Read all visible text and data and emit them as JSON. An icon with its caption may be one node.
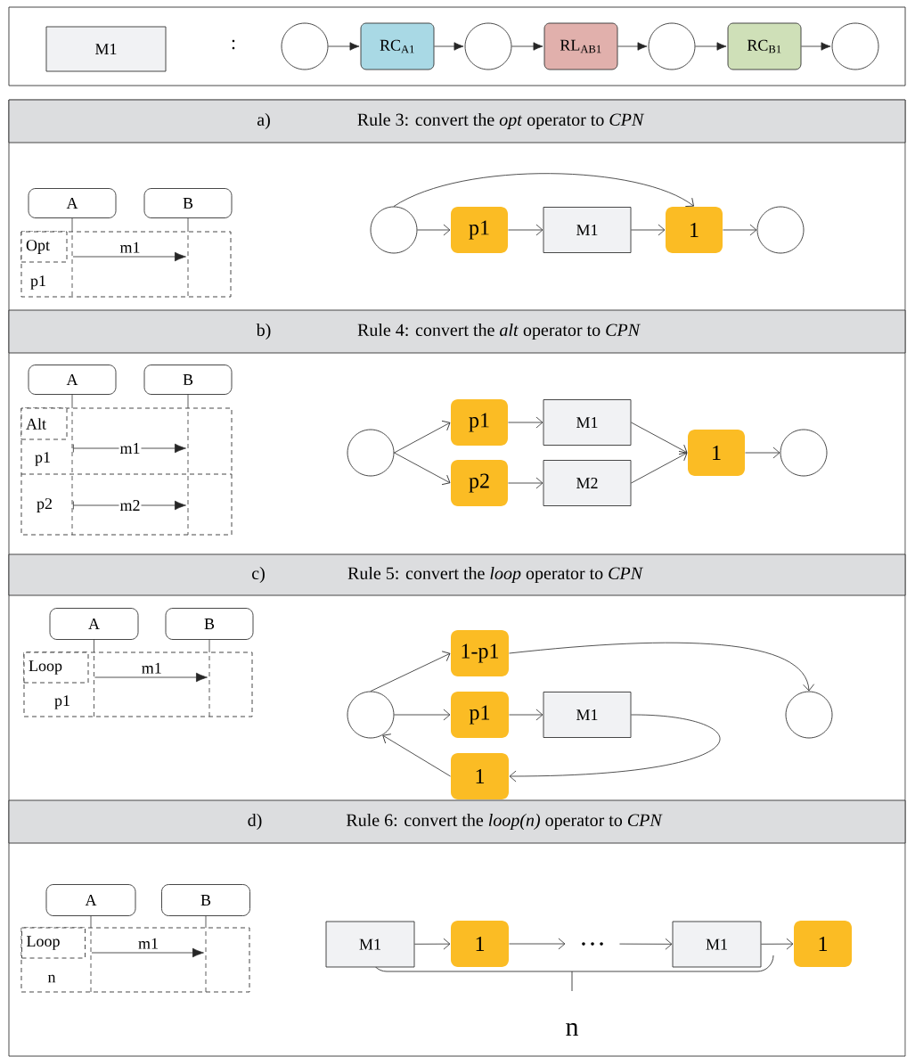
{
  "diagram": {
    "nodes": [
      {
        "text": [
          "M1"
        ]
      },
      {
        "text": [],
        "shape": "circle"
      },
      {
        "text": [
          "RC$_{A1}$"
        ]
      },
      {
        "text": [],
        "shape": "circle"
      },
      {
        "text": [
          "RL$_{AB1}$"
        ]
      },
      {
        "text": [],
        "shape": "circle"
      },
      {
        "text": [
          "RC$_{B1}$"
        ]
      },
      {
        "text": [],
        "shape": "circle"
      },
      {
        "text": [
          "a)",
          "Rule 3: convert the *opt* operator to *CPN*"
        ]
      },
      {
        "text": [
          "A"
        ]
      },
      {
        "text": [
          "B"
        ]
      },
      {
        "text": [
          "Opt"
        ]
      },
      {
        "text": [],
        "shape": "circle"
      },
      {
        "text": [
          "p1"
        ]
      },
      {
        "text": [
          "M1"
        ]
      },
      {
        "text": [
          "1"
        ]
      },
      {
        "text": [],
        "shape": "circle"
      },
      {
        "text": [
          "b)",
          "Rule 4: convert the *alt* operator to *CPN*"
        ]
      },
      {
        "text": [
          "A"
        ]
      },
      {
        "text": [
          "B"
        ]
      },
      {
        "text": [
          "Alt"
        ]
      },
      {
        "text": [],
        "shape": "circle"
      },
      {
        "text": [
          "p1"
        ]
      },
      {
        "text": [
          "M1"
        ]
      },
      {
        "text": [
          "p2"
        ]
      },
      {
        "text": [
          "M2"
        ]
      },
      {
        "text": [
          "1"
        ]
      },
      {
        "text": [],
        "shape": "circle"
      },
      {
        "text": [
          "c)",
          "Rule 5: convert the *loop* operator to *CPN*"
        ]
      },
      {
        "text": [
          "A"
        ]
      },
      {
        "text": [
          "B"
        ]
      },
      {
        "text": [
          "Loop"
        ]
      },
      {
        "text": [
          "1-p1"
        ]
      },
      {
        "text": [],
        "shape": "circle"
      },
      {
        "text": [
          "p1"
        ]
      },
      {
        "text": [
          "M1"
        ]
      },
      {
        "text": [],
        "shape": "circle"
      },
      {
        "text": [
          "1"
        ]
      },
      {
        "text": [
          "d)",
          "Rule 6: convert the *loop(n)* operator to *CPN*"
        ]
      },
      {
        "text": [
          "A"
        ]
      },
      {
        "text": [
          "B"
        ]
      },
      {
        "text": [
          "Loop"
        ]
      },
      {
        "text": [
          "M1"
        ]
      },
      {
        "text": [
          "1"
        ]
      },
      {
        "text": [
          "…"
        ]
      },
      {
        "text": [
          "M1"
        ]
      },
      {
        "text": [
          "1"
        ]
      },
      {
        "text": [],
        "shape": "line"
      },
      {
        "text": [],
        "shape": "line"
      },
      {
        "text": [],
        "shape": "line"
      },
      {
        "text": [],
        "shape": "line"
      },
      {
        "text": [],
        "shape": "line"
      },
      {
        "text": [],
        "shape": "line"
      },
      {
        "text": [],
        "shape": "line"
      },
      {
        "text": [],
        "shape": "line"
      }
    ],
    "edges": [
      {
        "from": 1,
        "to": 2,
        "arrow": "to"
      },
      {
        "from": 2,
        "to": 3,
        "arrow": "to"
      },
      {
        "from": 3,
        "to": 4,
        "arrow": "to"
      },
      {
        "from": 4,
        "to": 5,
        "arrow": "to"
      },
      {
        "from": 5,
        "to": 6,
        "arrow": "to"
      },
      {
        "from": 6,
        "to": 7,
        "arrow": "to"
      },
      {
        "from": 12,
        "to": 13,
        "arrow": "to"
      },
      {
        "from": 13,
        "to": 14,
        "arrow": "to"
      },
      {
        "from": 14,
        "to": 15,
        "arrow": "to"
      },
      {
        "from": 15,
        "to": 16,
        "arrow": "to"
      },
      {
        "from": 12,
        "to": 15,
        "arrow": "to"
      },
      {
        "from": 21,
        "to": 22,
        "arrow": "to"
      },
      {
        "from": 21,
        "to": 24,
        "arrow": "to"
      },
      {
        "from": 22,
        "to": 23,
        "arrow": "to"
      },
      {
        "from": 24,
        "to": 25,
        "arrow": "to"
      },
      {
        "from": 23,
        "to": 26,
        "arrow": "to"
      },
      {
        "from": 25,
        "to": 26,
        "arrow": "to"
      },
      {
        "from": 26,
        "to": 27,
        "arrow": "to"
      },
      {
        "from": 33,
        "to": 32,
        "arrow": "to"
      },
      {
        "from": 33,
        "to": 34,
        "arrow": "to"
      },
      {
        "from": 34,
        "to": 35,
        "arrow": "to"
      },
      {
        "from": 35,
        "to": 37,
        "arrow": "to"
      },
      {
        "from": 37,
        "to": 33,
        "arrow": "to"
      },
      {
        "from": 32,
        "to": 36,
        "arrow": "to"
      },
      {
        "from": 42,
        "to": 43,
        "arrow": "to"
      },
      {
        "from": 43,
        "to": 44,
        "arrow": "to"
      },
      {
        "from": 44,
        "to": 45,
        "arrow": "to"
      },
      {
        "from": 45,
        "to": 46,
        "arrow": "to"
      },
      {
        "from": 47,
        "to": 48,
        "arrow": "to",
        "label": "m1"
      },
      {
        "from": 49,
        "to": 50,
        "arrow": "to",
        "label": "m1"
      },
      {
        "from": 49,
        "to": 50,
        "arrow": "to",
        "label": "m2"
      },
      {
        "from": 51,
        "to": 52,
        "arrow": "to",
        "label": "m1"
      },
      {
        "from": 53,
        "to": 54,
        "arrow": "to",
        "label": "m1"
      }
    ],
    "labels": [
      ":",
      "p1",
      "p1",
      "p2",
      "p1",
      "n",
      "n"
    ]
  }
}
